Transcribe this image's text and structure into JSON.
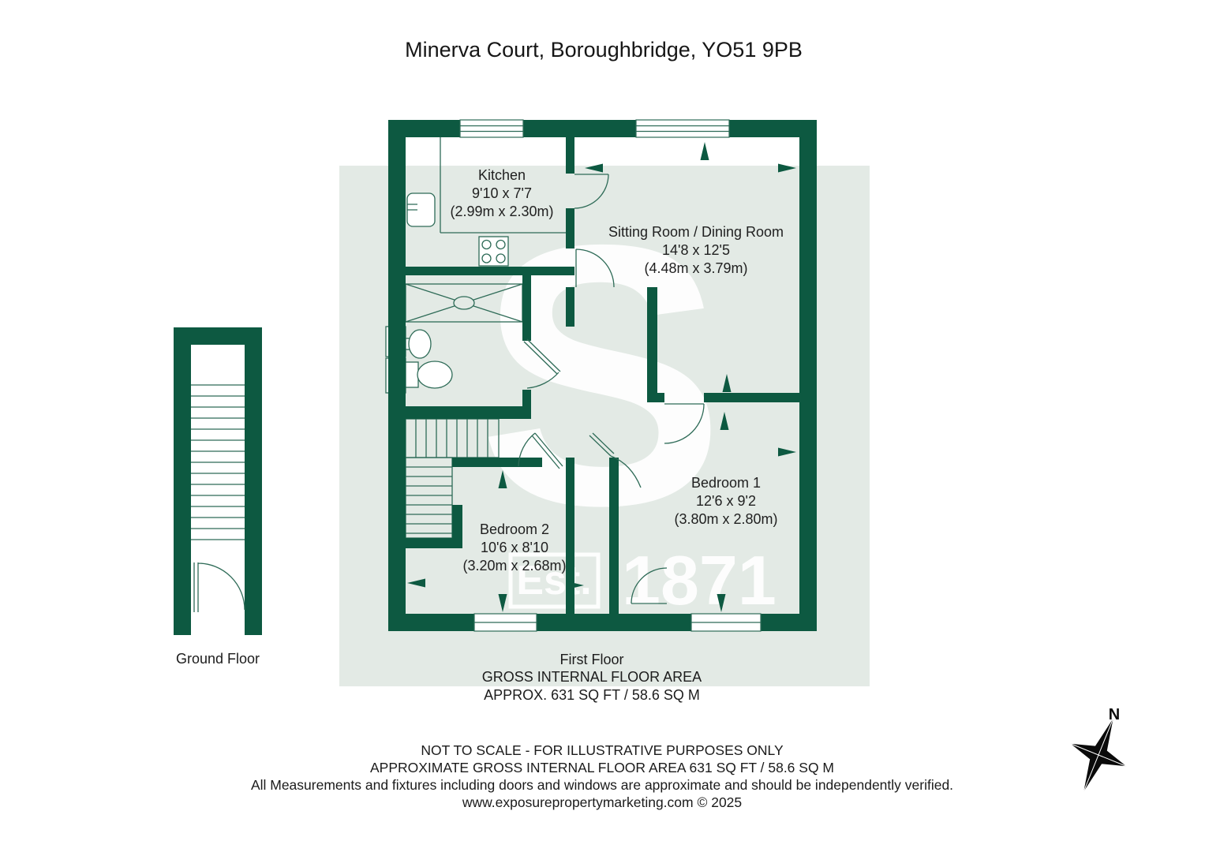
{
  "title": "Minerva Court, Boroughbridge, YO51 9PB",
  "colors": {
    "wall_green": "#0d5941",
    "panel_green": "#e3eae5",
    "line_green": "#2e6b57",
    "text_dark": "#1c1c1c",
    "watermark_white": "#ffffff"
  },
  "rooms": {
    "kitchen": {
      "name": "Kitchen",
      "dims_ft": "9'10 x 7'7",
      "dims_m": "(2.99m x 2.30m)"
    },
    "sitting": {
      "name": "Sitting Room / Dining Room",
      "dims_ft": "14'8 x 12'5",
      "dims_m": "(4.48m x 3.79m)"
    },
    "bedroom1": {
      "name": "Bedroom 1",
      "dims_ft": "12'6 x 9'2",
      "dims_m": "(3.80m x 2.80m)"
    },
    "bedroom2": {
      "name": "Bedroom 2",
      "dims_ft": "10'6 x 8'10",
      "dims_m": "(3.20m x 2.68m)"
    }
  },
  "floors": {
    "ground": {
      "label": "Ground Floor"
    },
    "first": {
      "label": "First Floor",
      "area_caps": "GROSS INTERNAL FLOOR AREA",
      "area_approx": "APPROX. 631 SQ FT / 58.6 SQ M"
    }
  },
  "watermark": {
    "letter": "S",
    "est": "Est.",
    "year": "1871"
  },
  "compass": {
    "north": "N"
  },
  "footer": {
    "line1": "NOT TO SCALE - FOR ILLUSTRATIVE PURPOSES ONLY",
    "line2": "APPROXIMATE GROSS INTERNAL FLOOR AREA 631 SQ FT / 58.6 SQ M",
    "line3": "All Measurements and fixtures including doors and windows are approximate and should be independently verified.",
    "line4": "www.exposurepropertymarketing.com © 2025"
  }
}
